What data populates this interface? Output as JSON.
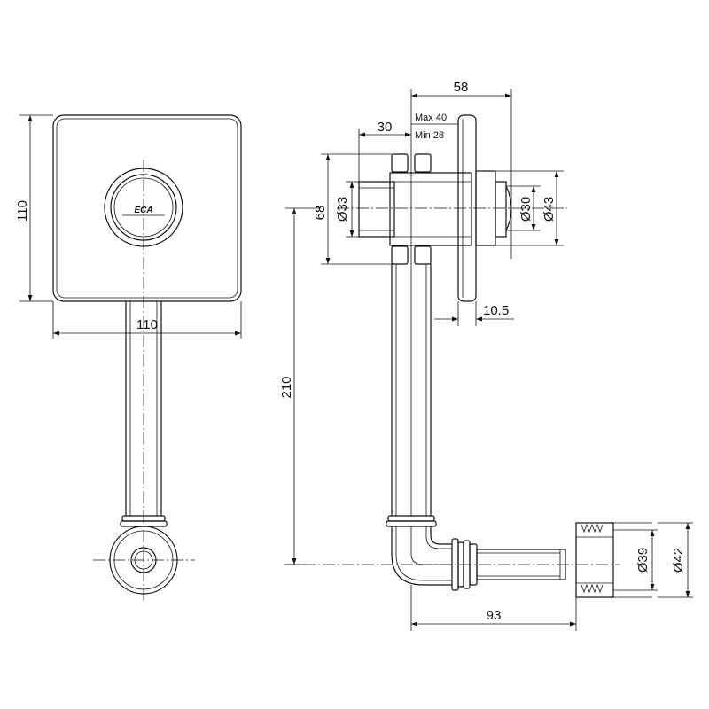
{
  "front_view": {
    "height_label": "110",
    "width_label": "110",
    "logo_text": "ECA"
  },
  "side_view": {
    "depth_label": "58",
    "max_label": "Max 40",
    "min_label": "Min 28",
    "thickness_label": "30",
    "outer_height_label": "68",
    "inner_dia_label": "Ø33",
    "right_dia_inner_label": "Ø30",
    "right_dia_outer_label": "Ø43",
    "plate_label": "10.5",
    "pipe_length_label": "210",
    "outlet_length_label": "93",
    "outlet_dia_inner_label": "Ø39",
    "outlet_dia_outer_label": "Ø42"
  }
}
